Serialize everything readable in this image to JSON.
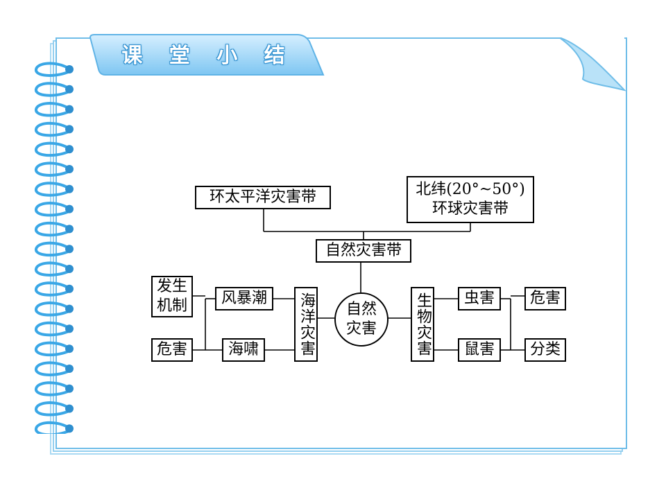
{
  "title": "课 堂 小 结",
  "diagram": {
    "center": "自然灾害带",
    "top_left": "环太平洋灾害带",
    "top_right": [
      "北纬(20°~50°)",
      "环球灾害带"
    ],
    "hub": [
      "自然",
      "灾害"
    ],
    "ocean": "海洋灾害",
    "bio": "生物灾害",
    "left": {
      "storm": "风暴潮",
      "tsunami": "海啸",
      "mechanism": [
        "发生",
        "机制"
      ],
      "harm": "危害"
    },
    "right": {
      "insect": "虫害",
      "rodent": "鼠害",
      "harm": "危害",
      "classify": "分类"
    }
  }
}
